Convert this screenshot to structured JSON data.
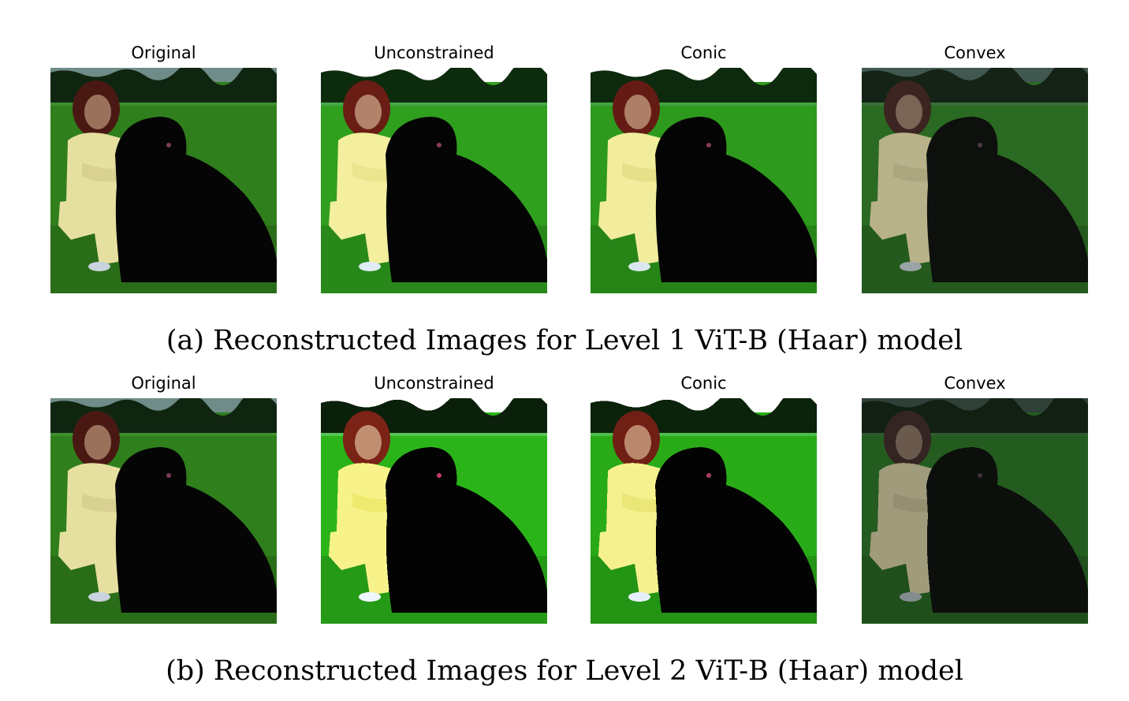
{
  "figure_a": {
    "panels": [
      {
        "title": "Original"
      },
      {
        "title": "Unconstrained"
      },
      {
        "title": "Conic"
      },
      {
        "title": "Convex"
      }
    ],
    "caption": "(a) Reconstructed Images for Level 1 ViT-B (Haar) model"
  },
  "figure_b": {
    "panels": [
      {
        "title": "Original"
      },
      {
        "title": "Unconstrained"
      },
      {
        "title": "Conic"
      },
      {
        "title": "Convex"
      }
    ],
    "caption": "(b) Reconstructed Images for Level 2 ViT-B (Haar) model"
  },
  "image_description_colors": {
    "grass": "#2e8a1c",
    "bright_grass": "#22b214",
    "dark_trees": "#0f2510",
    "sky": "#6f8c88",
    "dog": "#050505",
    "shirt": "#ece7a6",
    "hair": "#5a1a12",
    "skin": "#a27760"
  }
}
